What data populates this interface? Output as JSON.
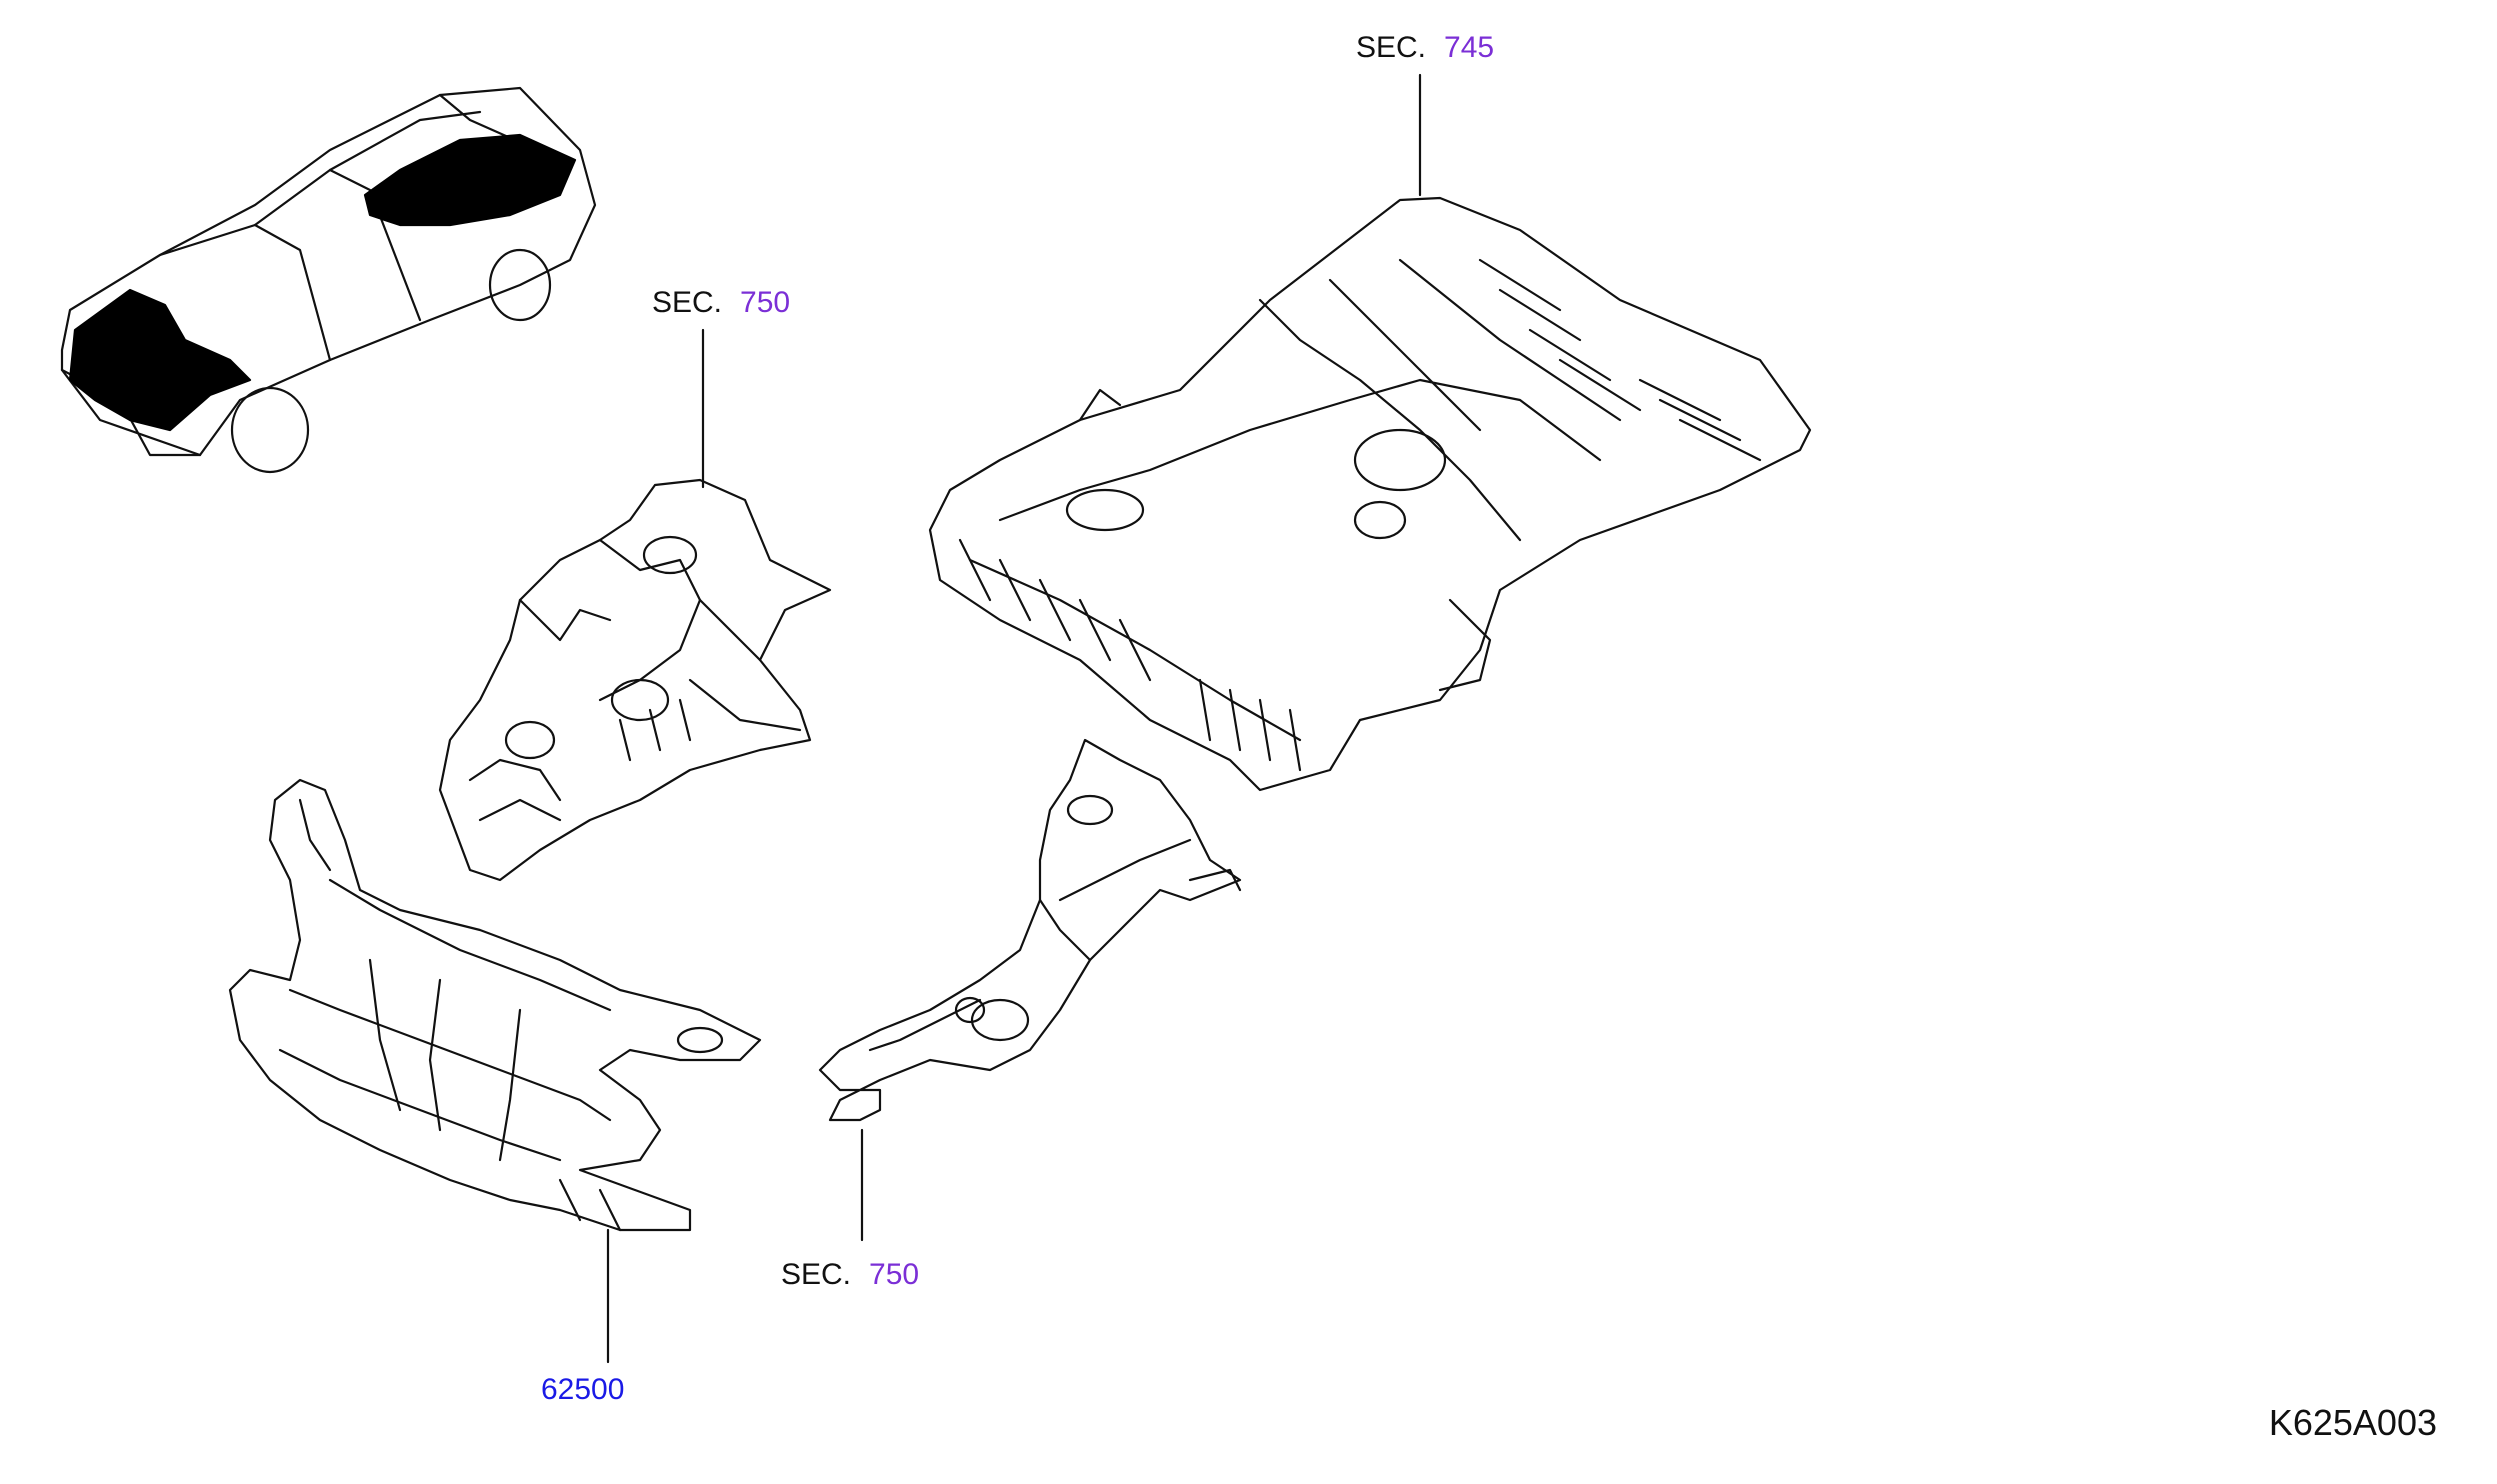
{
  "figure_id": "K625A003",
  "colors": {
    "line": "#111111",
    "sec_link": "#7b2fd6",
    "part_link": "#1a1ae6",
    "fill_highlight": "#000000"
  },
  "callouts": [
    {
      "id": "rear-floor",
      "prefix": "SEC.",
      "ref": "745",
      "kind": "section"
    },
    {
      "id": "upper-hoodledge",
      "prefix": "SEC.",
      "ref": "750",
      "kind": "section"
    },
    {
      "id": "lower-hoodledge",
      "prefix": "SEC.",
      "ref": "750",
      "kind": "section"
    },
    {
      "id": "radiator-support",
      "prefix": "",
      "ref": "62500",
      "kind": "part"
    }
  ],
  "icons": [
    "vehicle-locator-icon"
  ]
}
